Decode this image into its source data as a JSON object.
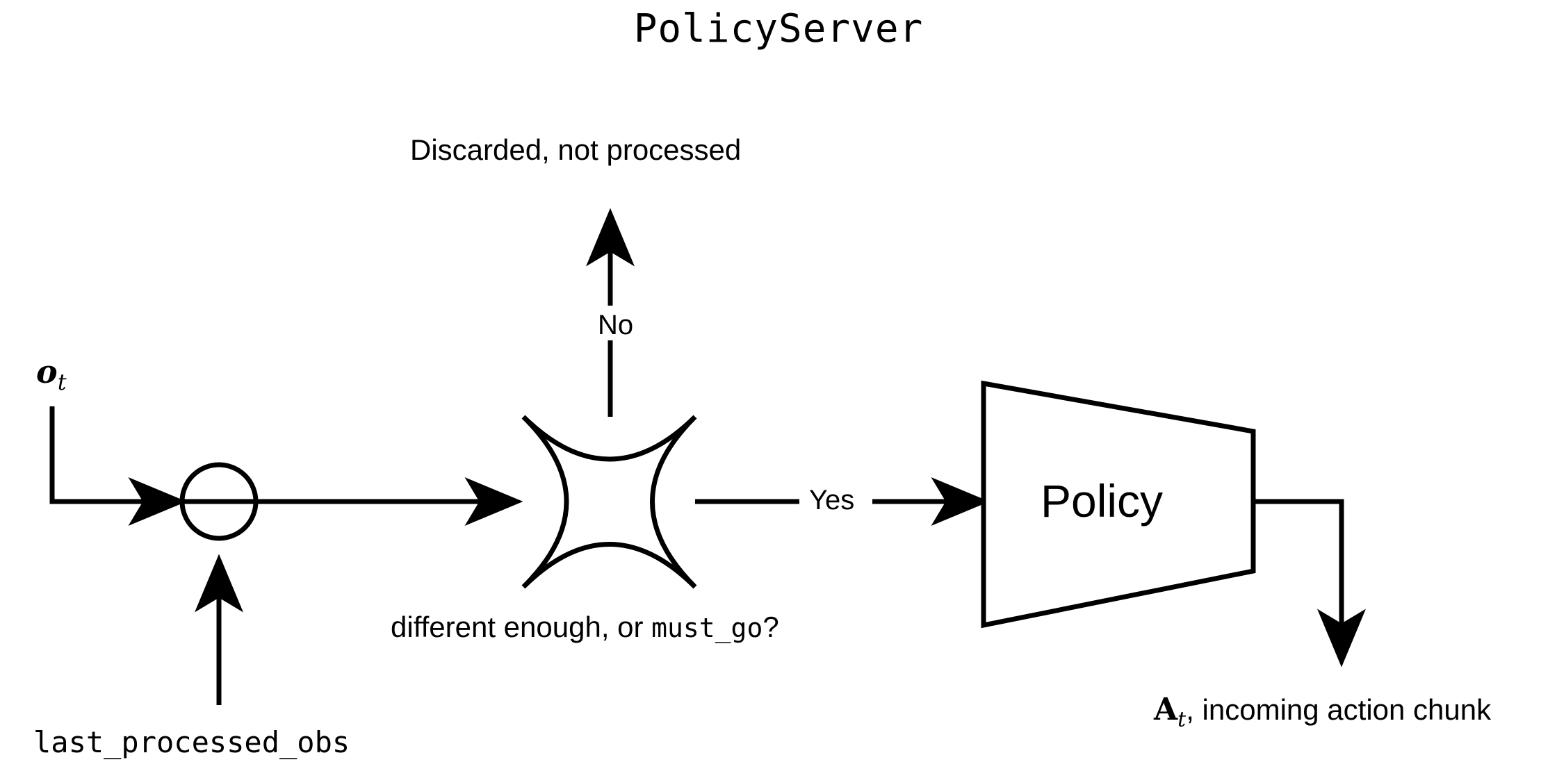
{
  "title": "PolicyServer",
  "nodes": {
    "junction": {
      "name": "summing-junction",
      "shape": "circle"
    },
    "decision": {
      "name": "decision-node",
      "shape": "concave-star",
      "label_prefix": "different enough, or ",
      "label_code": "must_go",
      "label_suffix": "?"
    },
    "policy": {
      "name": "policy-block",
      "shape": "trapezoid",
      "label": "Policy"
    }
  },
  "inputs": {
    "observation": {
      "symbol": "o",
      "subscript": "t"
    },
    "memory": {
      "label": "last_processed_obs"
    }
  },
  "edges": {
    "no_branch": {
      "label": "No",
      "target_text": "Discarded, not processed"
    },
    "yes_branch": {
      "label": "Yes"
    }
  },
  "outputs": {
    "action_chunk": {
      "symbol": "A",
      "subscript": "t",
      "description": ", incoming action chunk"
    }
  },
  "colors": {
    "stroke": "#000000",
    "background": "#ffffff"
  }
}
